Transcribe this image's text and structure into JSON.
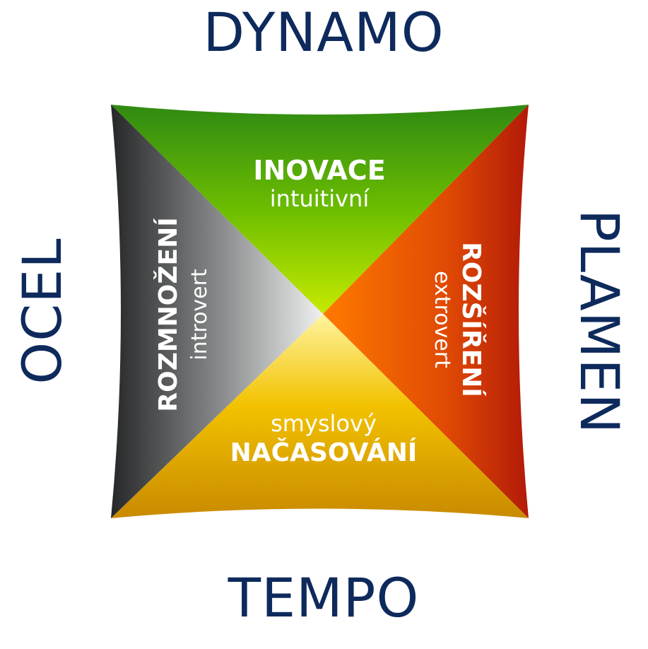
{
  "outer_labels": {
    "top": "DYNAMO",
    "right": "PLAMEN",
    "bottom": "TEMPO",
    "left": "OCEL"
  },
  "quadrants": {
    "top": {
      "title": "INOVACE",
      "subtitle": "intuitivní",
      "color": "#5cb000"
    },
    "right": {
      "title": "ROZŠÍŘENÍ",
      "subtitle": "extrovert",
      "color": "#e04a00"
    },
    "bottom": {
      "title": "NAČASOVÁNÍ",
      "subtitle": "smyslový",
      "color": "#e8a800"
    },
    "left": {
      "title": "ROZMNOŽENÍ",
      "subtitle": "introvert",
      "color": "#6b6d6e"
    }
  },
  "colors": {
    "outer_text": "#0e2a5c",
    "quadrant_text": "#ffffff"
  }
}
